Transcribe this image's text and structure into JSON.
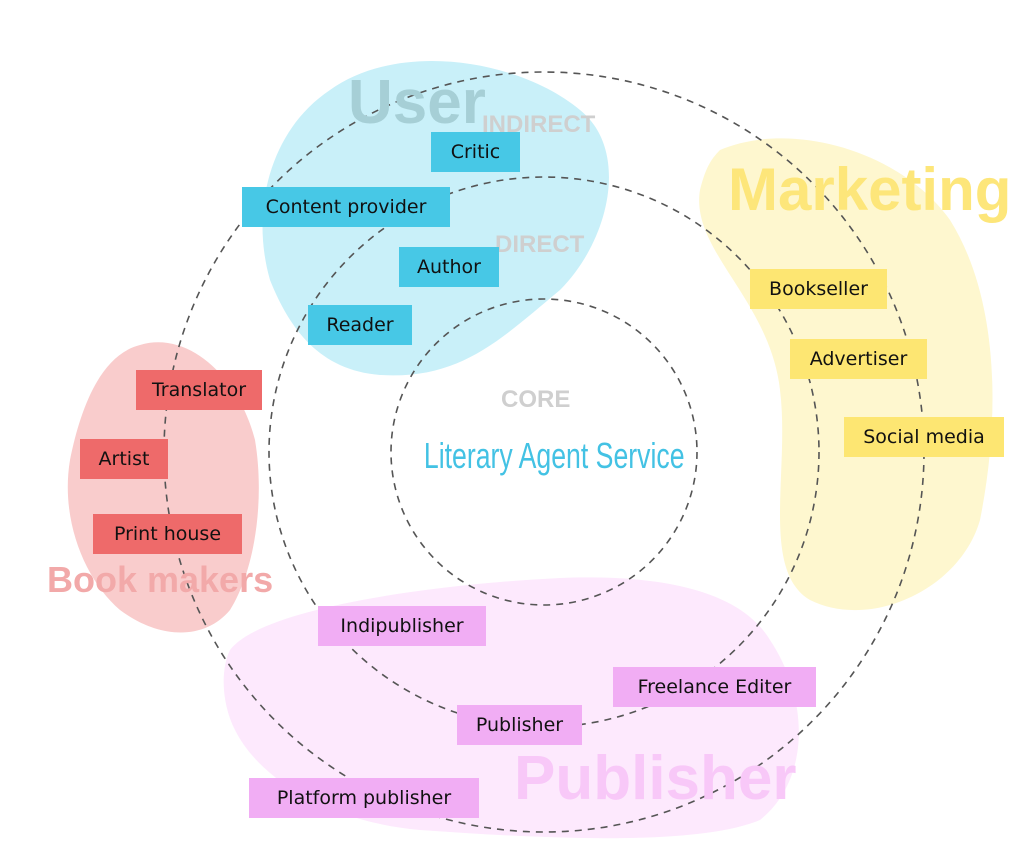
{
  "core": {
    "label": "CORE",
    "title": "Literary Agent Service"
  },
  "rings": {
    "direct": "DIRECT",
    "indirect": "INDIRECT"
  },
  "groups": {
    "user": {
      "title": "User",
      "color": "#c9f0f9"
    },
    "marketing": {
      "title": "Marketing",
      "color": "#fef7cf"
    },
    "book_makers": {
      "title": "Book makers",
      "color": "#f9cccc"
    },
    "publisher": {
      "title": "Publisher",
      "color": "#fde9fd"
    }
  },
  "stakeholders": {
    "critic": "Critic",
    "content_provider": "Content provider",
    "author": "Author",
    "reader": "Reader",
    "bookseller": "Bookseller",
    "advertiser": "Advertiser",
    "social_media": "Social media",
    "translator": "Translator",
    "artist": "Artist",
    "print_house": "Print house",
    "indipublisher": "Indipublisher",
    "freelance_editer": "Freelance Editer",
    "publisher": "Publisher",
    "platform_publisher": "Platform publisher"
  }
}
